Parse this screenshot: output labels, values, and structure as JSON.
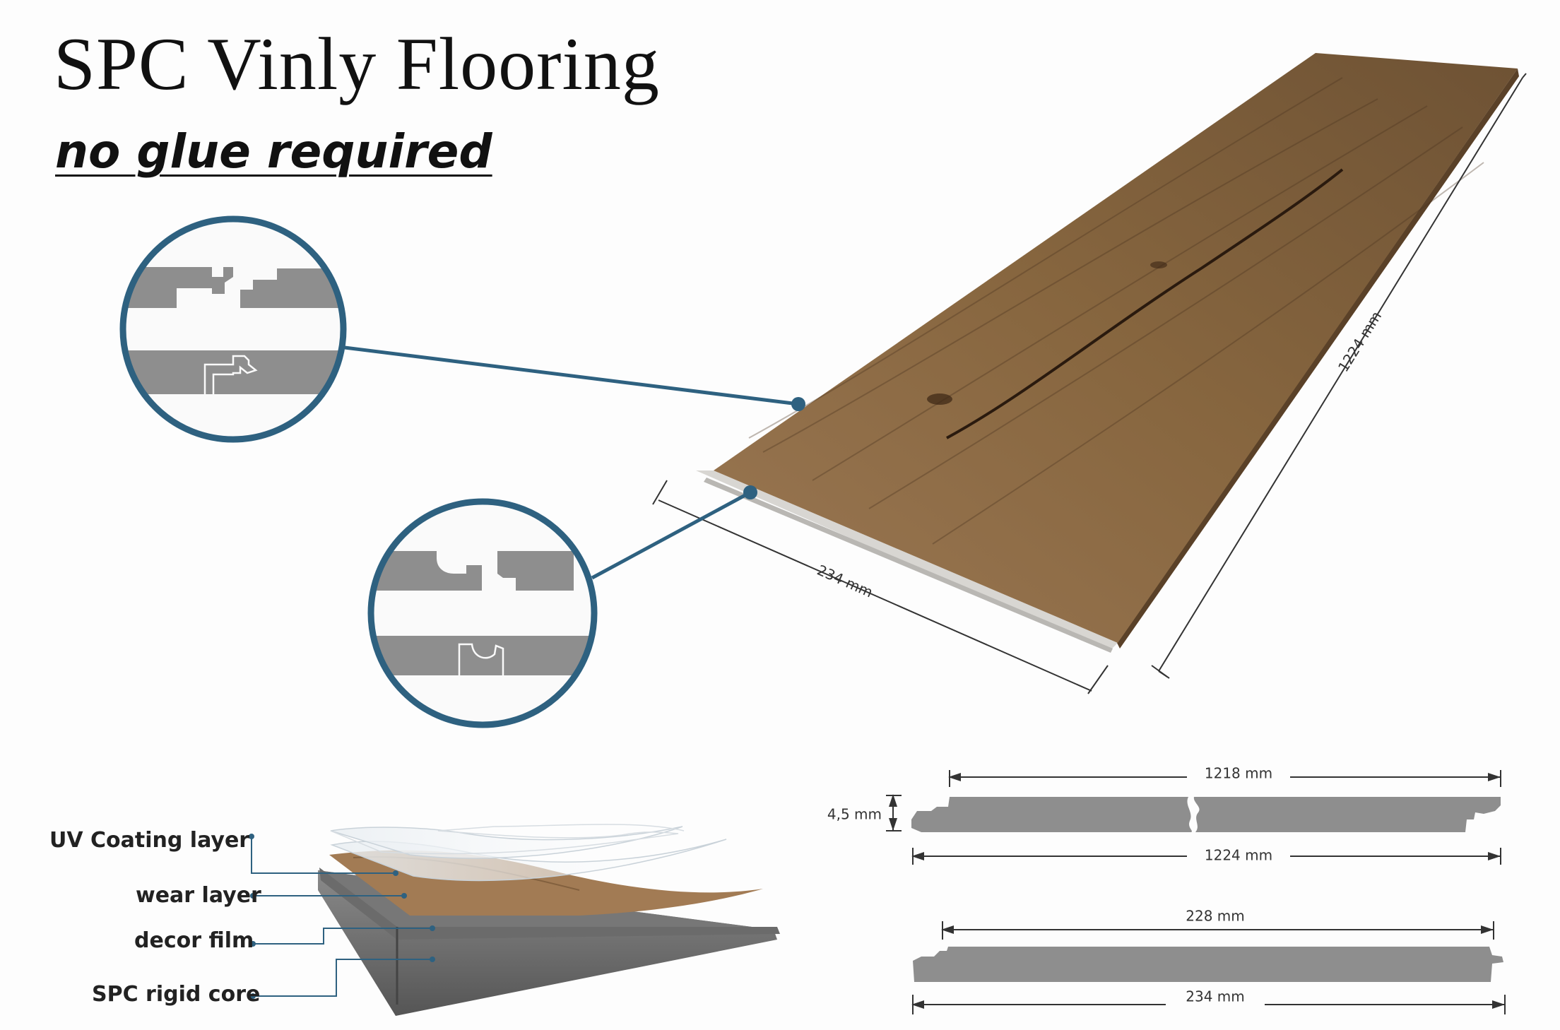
{
  "header": {
    "title": "SPC Vinly Flooring",
    "subtitle": "no glue required"
  },
  "plank": {
    "length_label": "1224 mm",
    "width_label": "234 mm"
  },
  "layers": [
    {
      "label": "UV Coating layer"
    },
    {
      "label": "wear layer"
    },
    {
      "label": "decor film"
    },
    {
      "label": "SPC rigid core"
    }
  ],
  "profile_long": {
    "top_label": "1218 mm",
    "bottom_label": "1224 mm",
    "thickness_label": "4,5 mm"
  },
  "profile_short": {
    "top_label": "228 mm",
    "bottom_label": "234 mm"
  },
  "colors": {
    "accent": "#2e6180",
    "profile_gray": "#8e8e8e",
    "wood": "#8a6a48"
  }
}
